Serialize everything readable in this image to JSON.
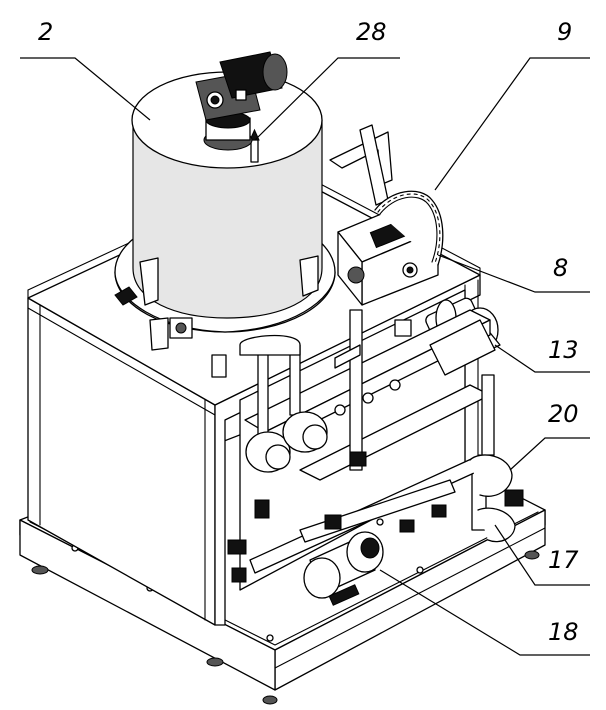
{
  "callouts": [
    {
      "id": "2",
      "label": "2"
    },
    {
      "id": "28",
      "label": "28"
    },
    {
      "id": "9",
      "label": "9"
    },
    {
      "id": "8",
      "label": "8"
    },
    {
      "id": "13",
      "label": "13"
    },
    {
      "id": "20",
      "label": "20"
    },
    {
      "id": "17",
      "label": "17"
    },
    {
      "id": "18",
      "label": "18"
    }
  ]
}
